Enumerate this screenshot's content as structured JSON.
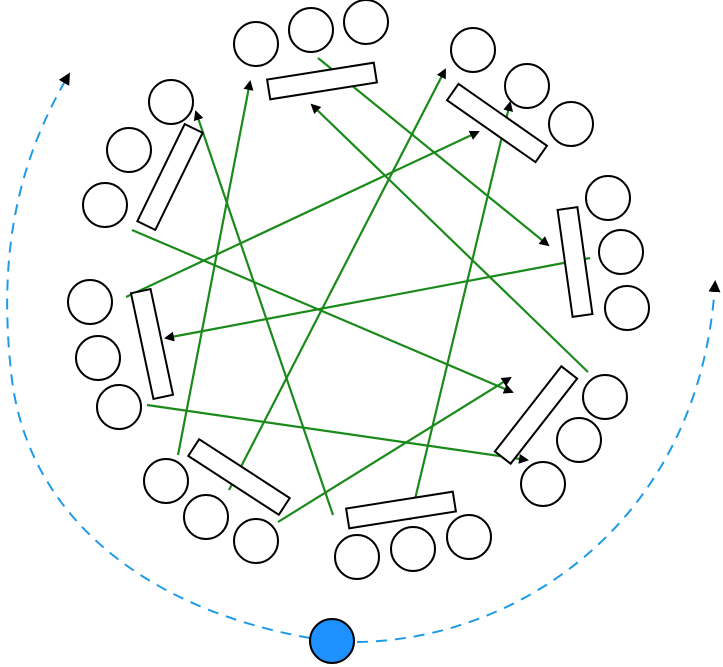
{
  "diagram": {
    "kind": "rotation-seating-diagram",
    "table_count": 9,
    "seats_per_table": 3,
    "colors": {
      "outline": "#000000",
      "arrow": "#1a8a1a",
      "rotation_path": "#1e9be6",
      "marker_fill": "#1e90ff"
    },
    "arrow_edges": [
      [
        "t0",
        "t1"
      ],
      [
        "t8",
        "t0"
      ],
      [
        "t0",
        "t5"
      ],
      [
        "t1",
        "t4"
      ],
      [
        "t1",
        "t6"
      ],
      [
        "t2",
        "t3"
      ],
      [
        "t3",
        "t7"
      ],
      [
        "t4",
        "t8"
      ],
      [
        "t4",
        "t6"
      ],
      [
        "t5",
        "t2"
      ],
      [
        "t5",
        "t7"
      ],
      [
        "t6",
        "t3"
      ],
      [
        "t8",
        "t2"
      ],
      [
        "t7",
        "t5"
      ]
    ],
    "rotation_paths": 2,
    "has_start_marker": true
  }
}
